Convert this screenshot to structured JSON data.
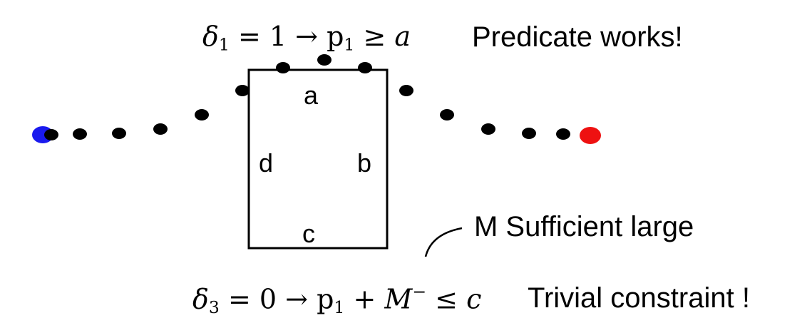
{
  "colors": {
    "start_point": "#1a1aee",
    "end_point": "#ee1111",
    "path_points": "#000000",
    "box_stroke": "#000000"
  },
  "top_annotation": {
    "math": {
      "delta": "δ",
      "delta_sub": "1",
      "eq": "= 1 →",
      "p": "p",
      "p_sub": "1",
      "rel": "≥",
      "rhs": "a"
    },
    "text": "Predicate works!"
  },
  "box": {
    "labels": {
      "top": "a",
      "right": "b",
      "bottom": "c",
      "left": "d"
    }
  },
  "note": {
    "text": "M Sufficient large"
  },
  "bottom_annotation": {
    "math": {
      "delta": "δ",
      "delta_sub": "3",
      "eq": "= 0 →",
      "p": "p",
      "p_sub": "1",
      "plus": "+",
      "M": "M",
      "M_sup": "−",
      "rel": "≤",
      "rhs": "c"
    },
    "text": "Trivial constraint !"
  }
}
